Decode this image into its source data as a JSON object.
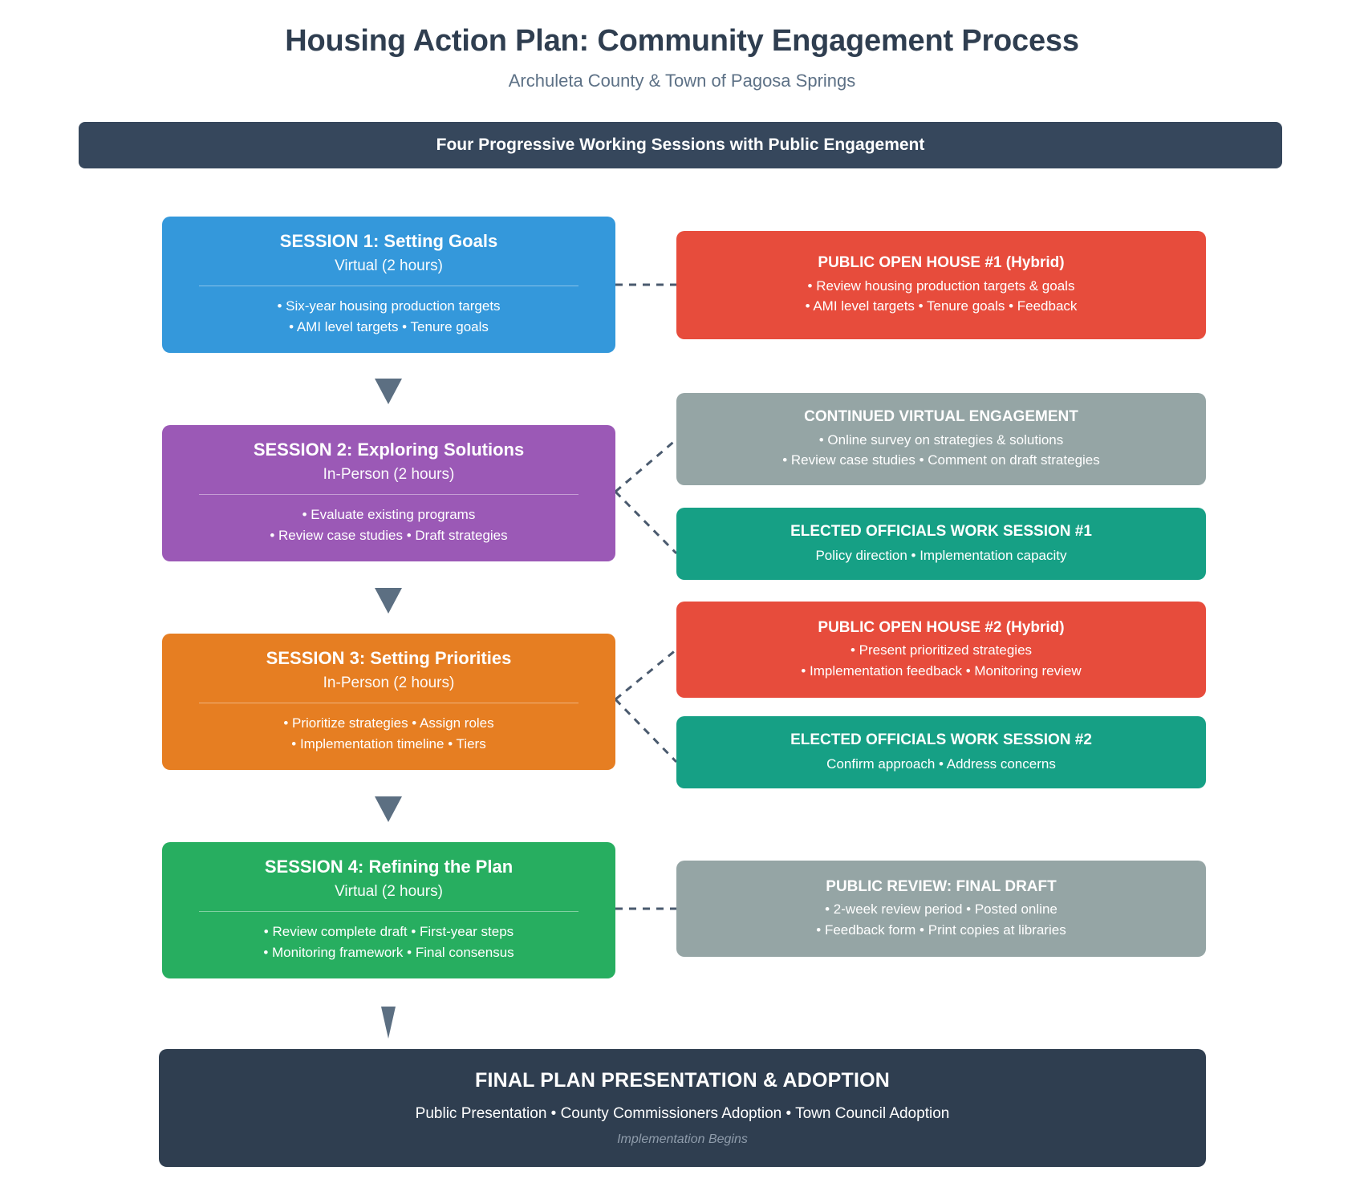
{
  "header": {
    "title": "Housing Action Plan: Community Engagement Process",
    "subtitle": "Archuleta County & Town of Pagosa Springs"
  },
  "banner": {
    "text": "Four Progressive Working Sessions with Public Engagement"
  },
  "colors": {
    "session1": "#3498db",
    "session2": "#9b59b6",
    "session3": "#e67e22",
    "session4": "#27ae60",
    "open_house": "#e74c3c",
    "elected": "#16a085",
    "public_engagement": "#95a5a5",
    "dark": "#2f3e50",
    "banner": "#36475c",
    "arrow": "#5c6f82"
  },
  "sessions": [
    {
      "title": "SESSION 1: Setting Goals",
      "mode": "Virtual (2 hours)",
      "details": [
        "• Six-year housing production targets",
        "• AMI level targets • Tenure goals"
      ]
    },
    {
      "title": "SESSION 2: Exploring Solutions",
      "mode": "In-Person (2 hours)",
      "details": [
        "• Evaluate existing programs",
        "• Review case studies • Draft strategies"
      ]
    },
    {
      "title": "SESSION 3: Setting Priorities",
      "mode": "In-Person (2 hours)",
      "details": [
        "• Prioritize strategies • Assign roles",
        "• Implementation timeline • Tiers"
      ]
    },
    {
      "title": "SESSION 4: Refining the Plan",
      "mode": "Virtual (2 hours)",
      "details": [
        "• Review complete draft • First-year steps",
        "• Monitoring framework • Final consensus"
      ]
    }
  ],
  "side_nodes": [
    {
      "title": "PUBLIC OPEN HOUSE #1 (Hybrid)",
      "details": [
        "• Review housing production targets & goals",
        "• AMI level targets • Tenure goals • Feedback"
      ]
    },
    {
      "title": "CONTINUED VIRTUAL ENGAGEMENT",
      "details": [
        "• Online survey on strategies & solutions",
        "• Review case studies • Comment on draft strategies"
      ]
    },
    {
      "title": "ELECTED OFFICIALS WORK SESSION #1",
      "details": [
        "Policy direction • Implementation capacity"
      ]
    },
    {
      "title": "PUBLIC OPEN HOUSE #2 (Hybrid)",
      "details": [
        "• Present prioritized strategies",
        "• Implementation feedback • Monitoring review"
      ]
    },
    {
      "title": "ELECTED OFFICIALS WORK SESSION #2",
      "details": [
        "Confirm approach • Address concerns"
      ]
    },
    {
      "title": "PUBLIC REVIEW: FINAL DRAFT",
      "details": [
        "• 2-week review period • Posted online",
        "• Feedback form • Print copies at libraries"
      ]
    }
  ],
  "final": {
    "title": "FINAL PLAN PRESENTATION & ADOPTION",
    "details": "Public Presentation • County Commissioners Adoption • Town Council Adoption",
    "note": "Implementation Begins"
  }
}
